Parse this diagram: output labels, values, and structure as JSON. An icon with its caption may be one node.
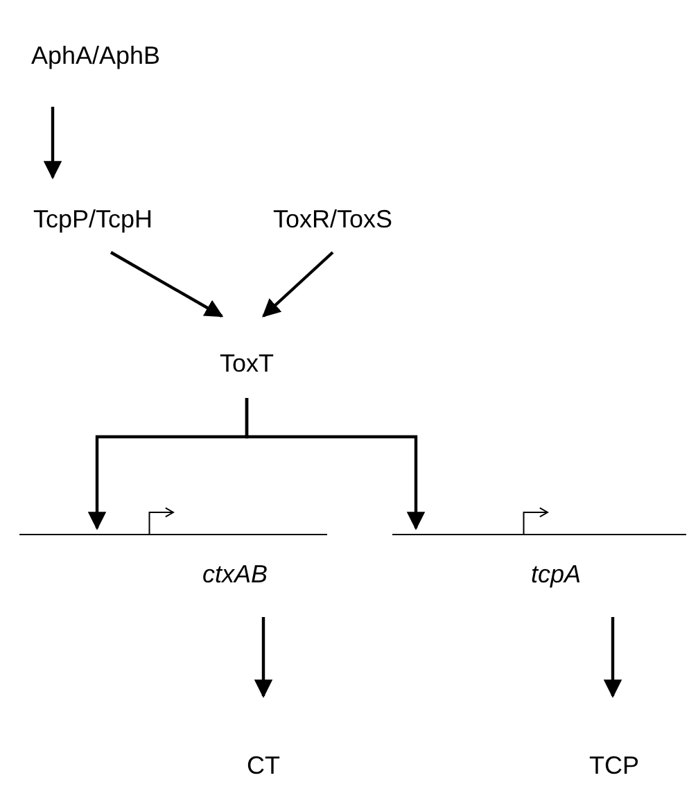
{
  "diagram": {
    "nodes": [
      {
        "text": [
          "AphA/AphB"
        ]
      },
      {
        "text": [
          "TcpP/TcpH"
        ]
      },
      {
        "text": [
          "ToxR/ToxS"
        ]
      },
      {
        "text": [
          "ToxT"
        ]
      },
      {
        "text": [
          "ctxAB"
        ]
      },
      {
        "text": [
          "tcpA"
        ]
      },
      {
        "text": [
          "CT"
        ]
      },
      {
        "text": [
          "TCP"
        ]
      }
    ],
    "edges": [
      {
        "from": 0,
        "to": 1,
        "arrow": "to"
      },
      {
        "from": 1,
        "to": 3,
        "arrow": "to"
      },
      {
        "from": 2,
        "to": 3,
        "arrow": "to"
      },
      {
        "from": 3,
        "to": 4,
        "arrow": "to"
      },
      {
        "from": 3,
        "to": 5,
        "arrow": "to"
      },
      {
        "from": 4,
        "to": 6,
        "arrow": "to"
      },
      {
        "from": 5,
        "to": 7,
        "arrow": "to"
      }
    ]
  }
}
